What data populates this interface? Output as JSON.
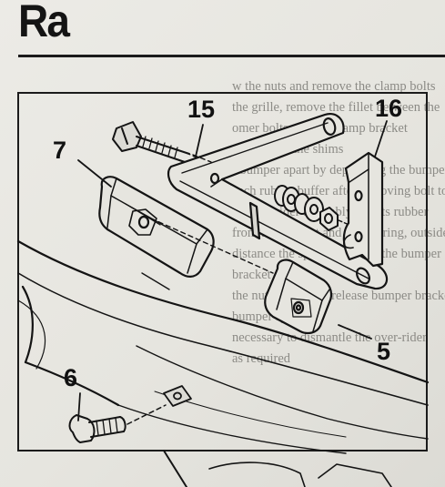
{
  "header": {
    "title": "Ra"
  },
  "figure": {
    "callouts": {
      "bolt_top": "15",
      "bracket": "16",
      "buffer_left": "7",
      "buffer_right": "5",
      "bolt_lower": "6"
    }
  },
  "body_text": {
    "lines": [
      "w the nuts and remove the clamp bolts",
      "the grille, remove the fillet between the",
      "omer bolts and the clamp bracket",
      "ns, remove the shims",
      "r bumper apart by depressing the bumper",
      "each rubber buffer after removing bolt to",
      "the overrider assembly and its rubber",
      "from the bracket and note spring, outside",
      "distance the spring between the bumper",
      "bracket",
      "the nut and bolt to release bumper bracket",
      "bumper spring",
      "necessary to dismantle the over-rider",
      "as required"
    ]
  }
}
